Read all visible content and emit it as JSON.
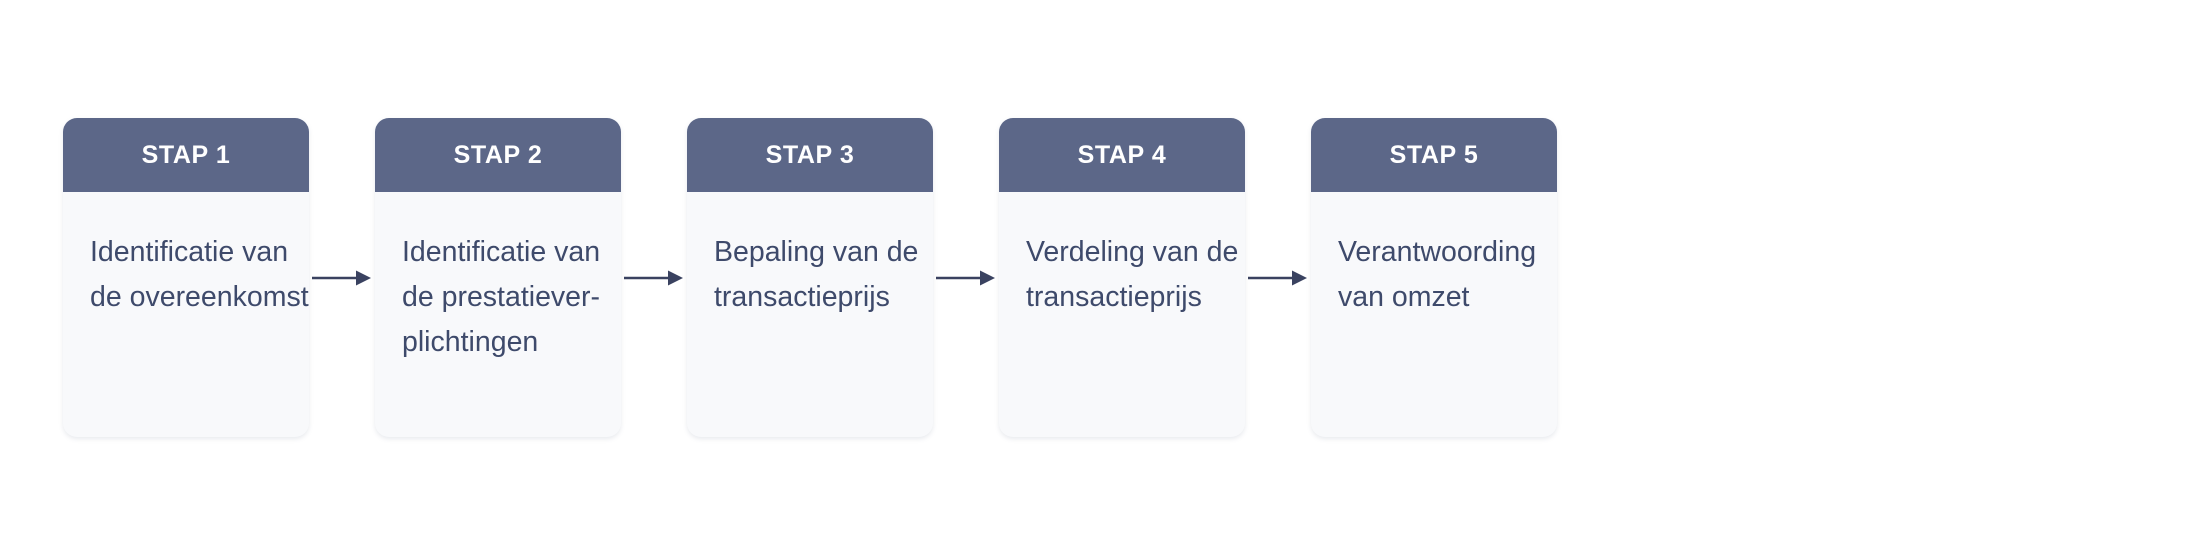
{
  "diagram": {
    "type": "process-flow",
    "orientation": "horizontal",
    "language": "nl",
    "colors": {
      "header_background": "#5C6788",
      "header_text": "#FFFFFF",
      "body_background": "#F8F9FB",
      "body_text": "#3E4A6B",
      "arrow": "#3A4260",
      "page_background": "#FFFFFF"
    },
    "steps": [
      {
        "header": "STAP 1",
        "lines": [
          "Identificatie van",
          "de overeenkomst"
        ],
        "text": "Identificatie van de overeenkomst"
      },
      {
        "header": "STAP 2",
        "lines": [
          "Identificatie van",
          "de prestatiever-",
          "plichtingen"
        ],
        "text": "Identificatie van de prestatieverplichtingen"
      },
      {
        "header": "STAP 3",
        "lines": [
          "Bepaling van de",
          "transactieprijs"
        ],
        "text": "Bepaling van de transactieprijs"
      },
      {
        "header": "STAP 4",
        "lines": [
          "Verdeling van de",
          "transactieprijs"
        ],
        "text": "Verdeling van de transactieprijs"
      },
      {
        "header": "STAP 5",
        "lines": [
          "Verantwoording",
          "van omzet"
        ],
        "text": "Verantwoording van omzet"
      }
    ],
    "connectors": [
      {
        "name": "arrow-1-to-2"
      },
      {
        "name": "arrow-2-to-3"
      },
      {
        "name": "arrow-3-to-4"
      },
      {
        "name": "arrow-4-to-5"
      }
    ]
  }
}
